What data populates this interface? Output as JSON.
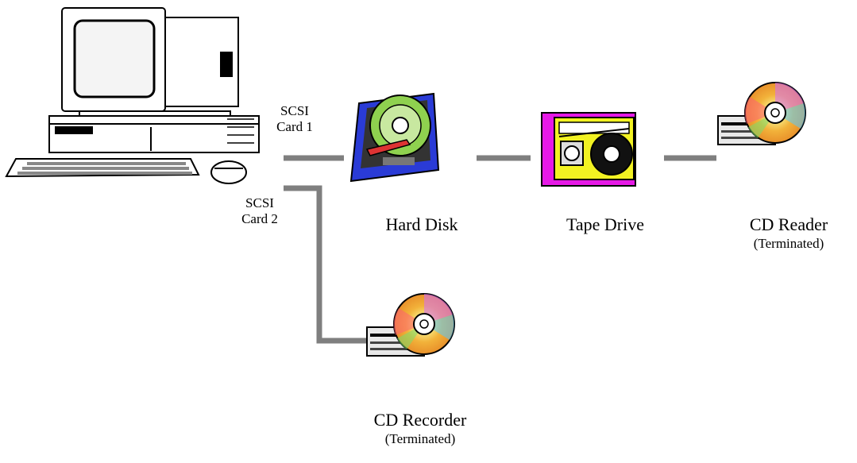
{
  "labels": {
    "scsi_card_1": {
      "line1": "SCSI",
      "line2": "Card 1"
    },
    "scsi_card_2": {
      "line1": "SCSI",
      "line2": "Card 2"
    },
    "hard_disk": "Hard Disk",
    "tape_drive": "Tape Drive",
    "cd_reader": {
      "name": "CD Reader",
      "note": "(Terminated)"
    },
    "cd_recorder": {
      "name": "CD Recorder",
      "note": "(Terminated)"
    }
  },
  "colors": {
    "cable": "#7f7f7f",
    "disk_blue": "#2a3bd6",
    "tape_magenta": "#e619e6",
    "tape_yellow": "#f2f222",
    "cd_gold": "#f2b23a"
  },
  "icons": [
    "computer-icon",
    "hard-disk-icon",
    "tape-drive-icon",
    "cd-drive-icon"
  ]
}
